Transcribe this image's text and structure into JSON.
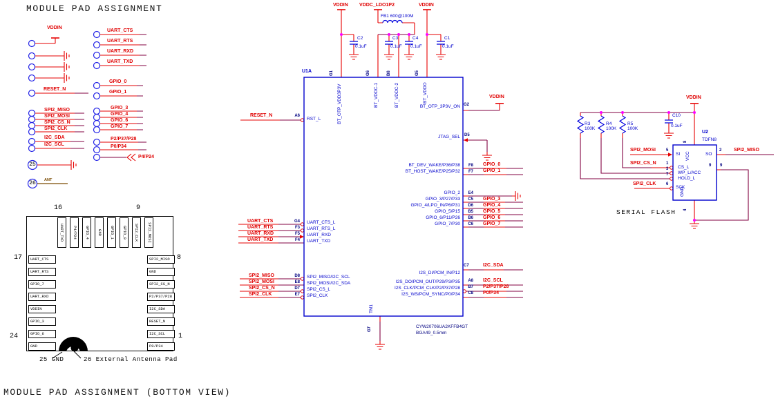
{
  "title": "MODULE PAD ASSIGNMENT",
  "footer_title": "MODULE PAD ASSIGNMENT (BOTTOM VIEW)",
  "connector": {
    "vddin_label": "VDDIN",
    "reset_label": "RESET_N",
    "ant_label": "ANT",
    "p4_net": "P4/P24",
    "pin25": "25",
    "pin26": "26",
    "uart_nets": [
      "UART_CTS",
      "UART_RTS",
      "UART_RXD",
      "UART_TXD"
    ],
    "gpio_low_nets": [
      "GPIO_0",
      "GPIO_1"
    ],
    "spi_nets": [
      "SPI2_MISO",
      "SPI2_MOSI",
      "SPI2_CS_N",
      "SPI2_CLK"
    ],
    "i2c_nets": [
      "I2C_SDA",
      "I2C_SCL"
    ],
    "gpio_high_nets": [
      "GPIO_3",
      "GPIO_4",
      "GPIO_6",
      "GPIO_7"
    ],
    "p_nets": [
      "P2/P37/P28",
      "P0/P34"
    ]
  },
  "footprint": {
    "top_pads": [
      "UART_TXD",
      "P4/P24",
      "GPIO_4",
      "GND",
      "GPIO_1",
      "GPIO_0",
      "SPI2_CLK",
      "SPI2_MOSI"
    ],
    "left_pads": [
      "UART_CTS",
      "UART_RTS",
      "GPIO_7",
      "UART_RXD",
      "VDDIN",
      "GPIO_3",
      "GPIO_6",
      "GND"
    ],
    "right_pads": [
      "SPI2_MISO",
      "GND",
      "SPI2_CS_N",
      "P2/P37/P28",
      "I2C_SDA",
      "RESET_N",
      "I2C_SCL",
      "P0/P34"
    ],
    "num_top_left": "16",
    "num_top_right": "9",
    "num_left_top": "17",
    "num_left_bottom": "24",
    "num_right_top": "8",
    "num_right_bottom": "1",
    "caption_gnd": "25 GND",
    "caption_ant": "26 External Antenna Pad"
  },
  "power": {
    "vddin": "VDDIN",
    "vddc": "VDDC_LDO1P2",
    "fb": "FB1 600@100M",
    "caps": [
      {
        "ref": "C2",
        "val": "0.1uF"
      },
      {
        "ref": "C3",
        "val": "0.1uF"
      },
      {
        "ref": "C4",
        "val": "0.1uF"
      },
      {
        "ref": "C1",
        "val": "0.1uF"
      }
    ]
  },
  "u1": {
    "ref": "U1A",
    "part": "CYW20706UA2KFFB4GT",
    "pkg": "BGA49_0.5mm",
    "top": [
      {
        "des": "G1",
        "name": "BT_OTP_VDD3P3V"
      },
      {
        "des": "G6",
        "name": "BT_VDDC-1"
      },
      {
        "des": "B8",
        "name": "BT_VDDC-2"
      },
      {
        "des": "G5",
        "name": "BT_VDDO"
      }
    ],
    "reset": {
      "des": "A6",
      "name": "RST_L",
      "net": "RESET_N"
    },
    "otp": {
      "des": "G2",
      "name": "BT_OTP_3P3V_ON",
      "net": "VDDIN"
    },
    "jtag": {
      "des": "D5",
      "name": "JTAG_SEL"
    },
    "uart": {
      "des": [
        "G4",
        "F3",
        "F5",
        "F4"
      ],
      "names": [
        "UART_CTS_L",
        "UART_RTS_L",
        "UART_RXD",
        "UART_TXD"
      ],
      "nets": [
        "UART_CTS",
        "UART_RTS",
        "UART_RXD",
        "UART_TXD"
      ]
    },
    "spi": {
      "des": [
        "D8",
        "E8",
        "D7",
        "E7"
      ],
      "names": [
        "SPI2_MISO/I2C_SCL",
        "SPI2_MOSI/I2C_SDA",
        "SPI2_CS_L",
        "SPI2_CLK"
      ],
      "nets": [
        "SPI2_MISO",
        "SPI2_MOSI",
        "SPI2_CS_N",
        "SPI2_CLK"
      ]
    },
    "wake": {
      "des": [
        "F8",
        "F7"
      ],
      "names": [
        "BT_DEV_WAKE/P36/P38",
        "BT_HOST_WAKE/P25/P32"
      ],
      "nets": [
        "GPIO_0",
        "GPIO_1"
      ]
    },
    "gpio": {
      "des": [
        "E4",
        "C5",
        "D6",
        "B5",
        "B6",
        "C6"
      ],
      "names": [
        "GPIO_2",
        "GPIO_3/P27/P33",
        "GPIO_4/LPO_IN/P6/P31",
        "GPIO_5/P15",
        "GPIO_6/P11/P26",
        "GPIO_7/P30"
      ],
      "nets": [
        "GPIO_3",
        "GPIO_4",
        "GPIO_5",
        "GPIO_6",
        "GPIO_7"
      ]
    },
    "i2s0": {
      "des": "C7",
      "name": "I2S_DI/PCM_IN/P12",
      "net": "I2C_SDA"
    },
    "i2s": {
      "des": [
        "A8",
        "B7",
        "C8"
      ],
      "names": [
        "I2S_DO/PCM_OUT/P29/P3/P35",
        "I2S_CLK/PCM_CLK/P2/P37/P28",
        "I2S_WS/PCM_SYNC/P0/P34"
      ],
      "nets": [
        "I2C_SCL",
        "P2/P37/P28",
        "P0/P34"
      ]
    },
    "tm": {
      "des": "G7",
      "name": "TM1"
    }
  },
  "flash": {
    "title": "SERIAL FLASH",
    "ref": "U2",
    "pkg": "TDFN8",
    "vddin": "VDDIN",
    "resistors": [
      {
        "ref": "R3",
        "val": "100K"
      },
      {
        "ref": "R4",
        "val": "100K"
      },
      {
        "ref": "R5",
        "val": "100K"
      }
    ],
    "cap": {
      "ref": "C10",
      "val": "0.1uF"
    },
    "pins": {
      "si": {
        "des": "5",
        "name": "SI",
        "net": "SPI2_MOSI"
      },
      "vcc": {
        "des": "8",
        "name": "VCC"
      },
      "so": {
        "des": "2",
        "name": "SO",
        "net": "SPI2_MISO"
      },
      "cs": {
        "des": "1",
        "name": "CS_L",
        "net": "SPI2_CS_N"
      },
      "wp": {
        "des": "3",
        "name": "WP_L/ACC"
      },
      "hold": {
        "des": "7",
        "name": "HOLD_L"
      },
      "sck": {
        "des": "6",
        "name": "SCK",
        "net": "SPI2_CLK"
      },
      "gnd": {
        "des": "4",
        "name": "GND"
      },
      "nine": {
        "des": "9"
      }
    }
  }
}
